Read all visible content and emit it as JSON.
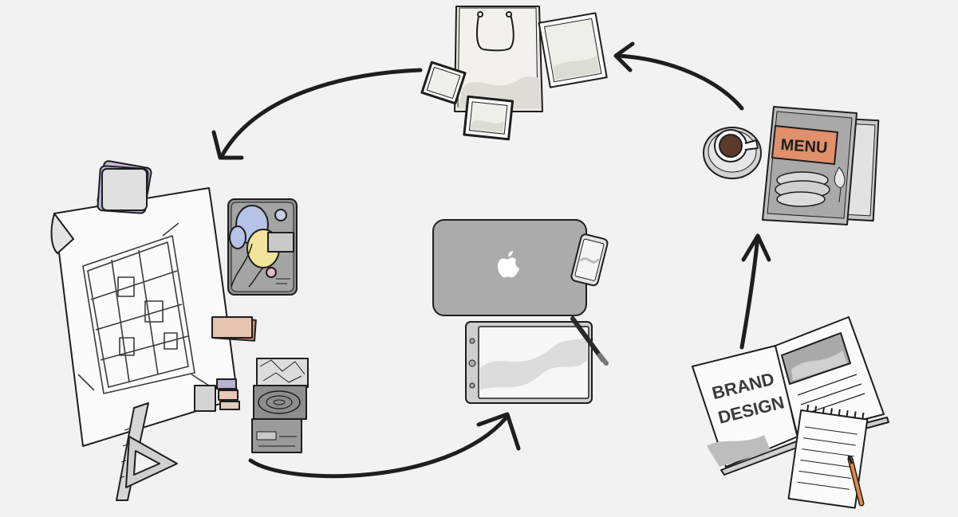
{
  "brand_book": {
    "line1": "BRAND",
    "line2": "DESIGN"
  },
  "menu_card": {
    "label": "MENU"
  },
  "colors": {
    "background": "#f2f2f2",
    "ink": "#1e1e1e",
    "paper": "#fbfbfb",
    "menu_band": "#e0906a",
    "coffee": "#5b3a2c",
    "laptop": "#ababab",
    "balloon_blue": "#b7c3e6",
    "balloon_yellow": "#f2e49a",
    "balloon_pink": "#e8b6c8",
    "swatch_lilac": "#b9b2d3",
    "swatch_peach": "#e8c7b8",
    "swatch_sand": "#e0cdbf",
    "pencil": "#e08b4a"
  },
  "icons": [
    "cycle-arrow-icon",
    "apple-logo-icon",
    "stylus-icon",
    "pencil-icon",
    "triangle-ruler-icon",
    "shopping-bag-icon",
    "coffee-cup-icon"
  ]
}
